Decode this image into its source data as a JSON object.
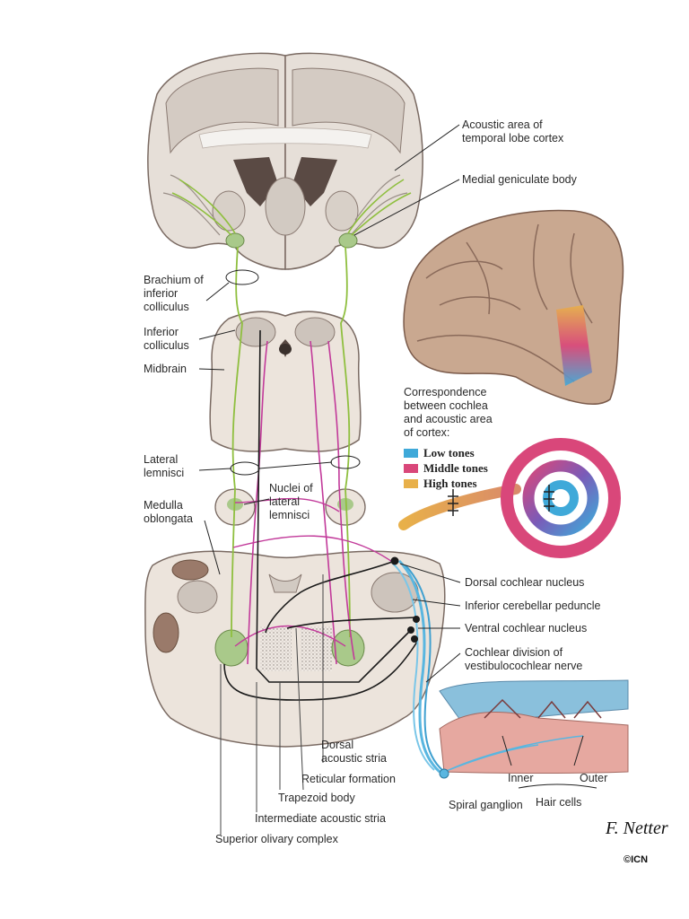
{
  "labels": {
    "acoustic_area": [
      "Acoustic area of",
      "temporal lobe cortex"
    ],
    "medial_geniculate": "Medial geniculate body",
    "brachium": [
      "Brachium of",
      "inferior",
      "colliculus"
    ],
    "inferior_colliculus": [
      "Inferior",
      "colliculus"
    ],
    "midbrain": "Midbrain",
    "correspondence": [
      "Correspondence",
      "between cochlea",
      "and acoustic area",
      "of cortex:"
    ],
    "lateral_lemnisci": [
      "Lateral",
      "lemnisci"
    ],
    "nuclei_lateral_lemnisci": [
      "Nuclei of",
      "lateral",
      "lemnisci"
    ],
    "medulla": [
      "Medulla",
      "oblongata"
    ],
    "dorsal_cochlear": "Dorsal cochlear nucleus",
    "inferior_cerebellar": "Inferior cerebellar peduncle",
    "ventral_cochlear": "Ventral cochlear nucleus",
    "cochlear_division": [
      "Cochlear division of",
      "vestibulocochlear nerve"
    ],
    "dorsal_acoustic_stria": [
      "Dorsal",
      "acoustic stria"
    ],
    "reticular_formation": "Reticular formation",
    "trapezoid_body": "Trapezoid body",
    "intermediate_acoustic_stria": "Intermediate acoustic stria",
    "superior_olivary": "Superior olivary complex",
    "inner": "Inner",
    "outer": "Outer",
    "hair_cells": "Hair cells",
    "spiral_ganglion": "Spiral ganglion",
    "signature": "F. Netter",
    "publisher": "©ICN"
  },
  "legend": [
    {
      "label": "Low tones",
      "color": "#3fa9d9"
    },
    {
      "label": "Middle tones",
      "color": "#d9477a"
    },
    {
      "label": "High tones",
      "color": "#e8b04a"
    }
  ],
  "colors": {
    "tissue": "#ece4dc",
    "tissue_outline": "#7a6a62",
    "gray_matter": "#cfc6bf",
    "nucleus_green": "#a9c98a",
    "pathway_green": "#8fbf3f",
    "pathway_magenta": "#c23a9a",
    "pathway_black": "#1a1a1a",
    "nerve_blue": "#59b6e0",
    "brain_cortex": "#c9a890"
  }
}
